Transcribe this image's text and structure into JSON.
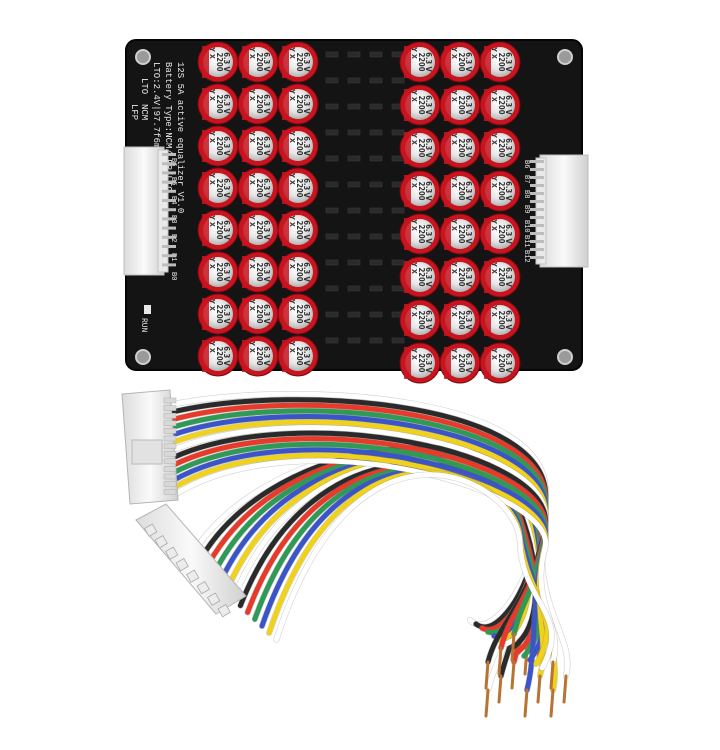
{
  "board": {
    "title_line1": "12S 5A active equalizer V1.0",
    "title_line2": "Battery Type:NCM/LFP/LTO",
    "title_line3": "LTO:2.4V|97.7f6mm",
    "type_labels": [
      "LTO",
      "NCM",
      "LFP"
    ],
    "run_label": "RUN",
    "left_pin_labels": [
      "B0",
      "B1",
      "B2",
      "B3",
      "B4",
      "B5",
      "B6"
    ],
    "right_pin_labels": [
      "B6",
      "B7",
      "B8",
      "B9",
      "B10",
      "B11",
      "B12"
    ]
  },
  "capacitor": {
    "brand": "Y X",
    "capacitance": "2200",
    "voltage": "6.3 V"
  },
  "harness": {
    "wire_colors": [
      "#ffffff",
      "#2a2a2a",
      "#e83a2a",
      "#2f9a55",
      "#3b55c8",
      "#f0d21c"
    ]
  },
  "colors": {
    "pcb": "#141414",
    "cap_red": "#c8141e",
    "cap_silver": "#d9d9d9",
    "connector": "#f2f2f2"
  }
}
